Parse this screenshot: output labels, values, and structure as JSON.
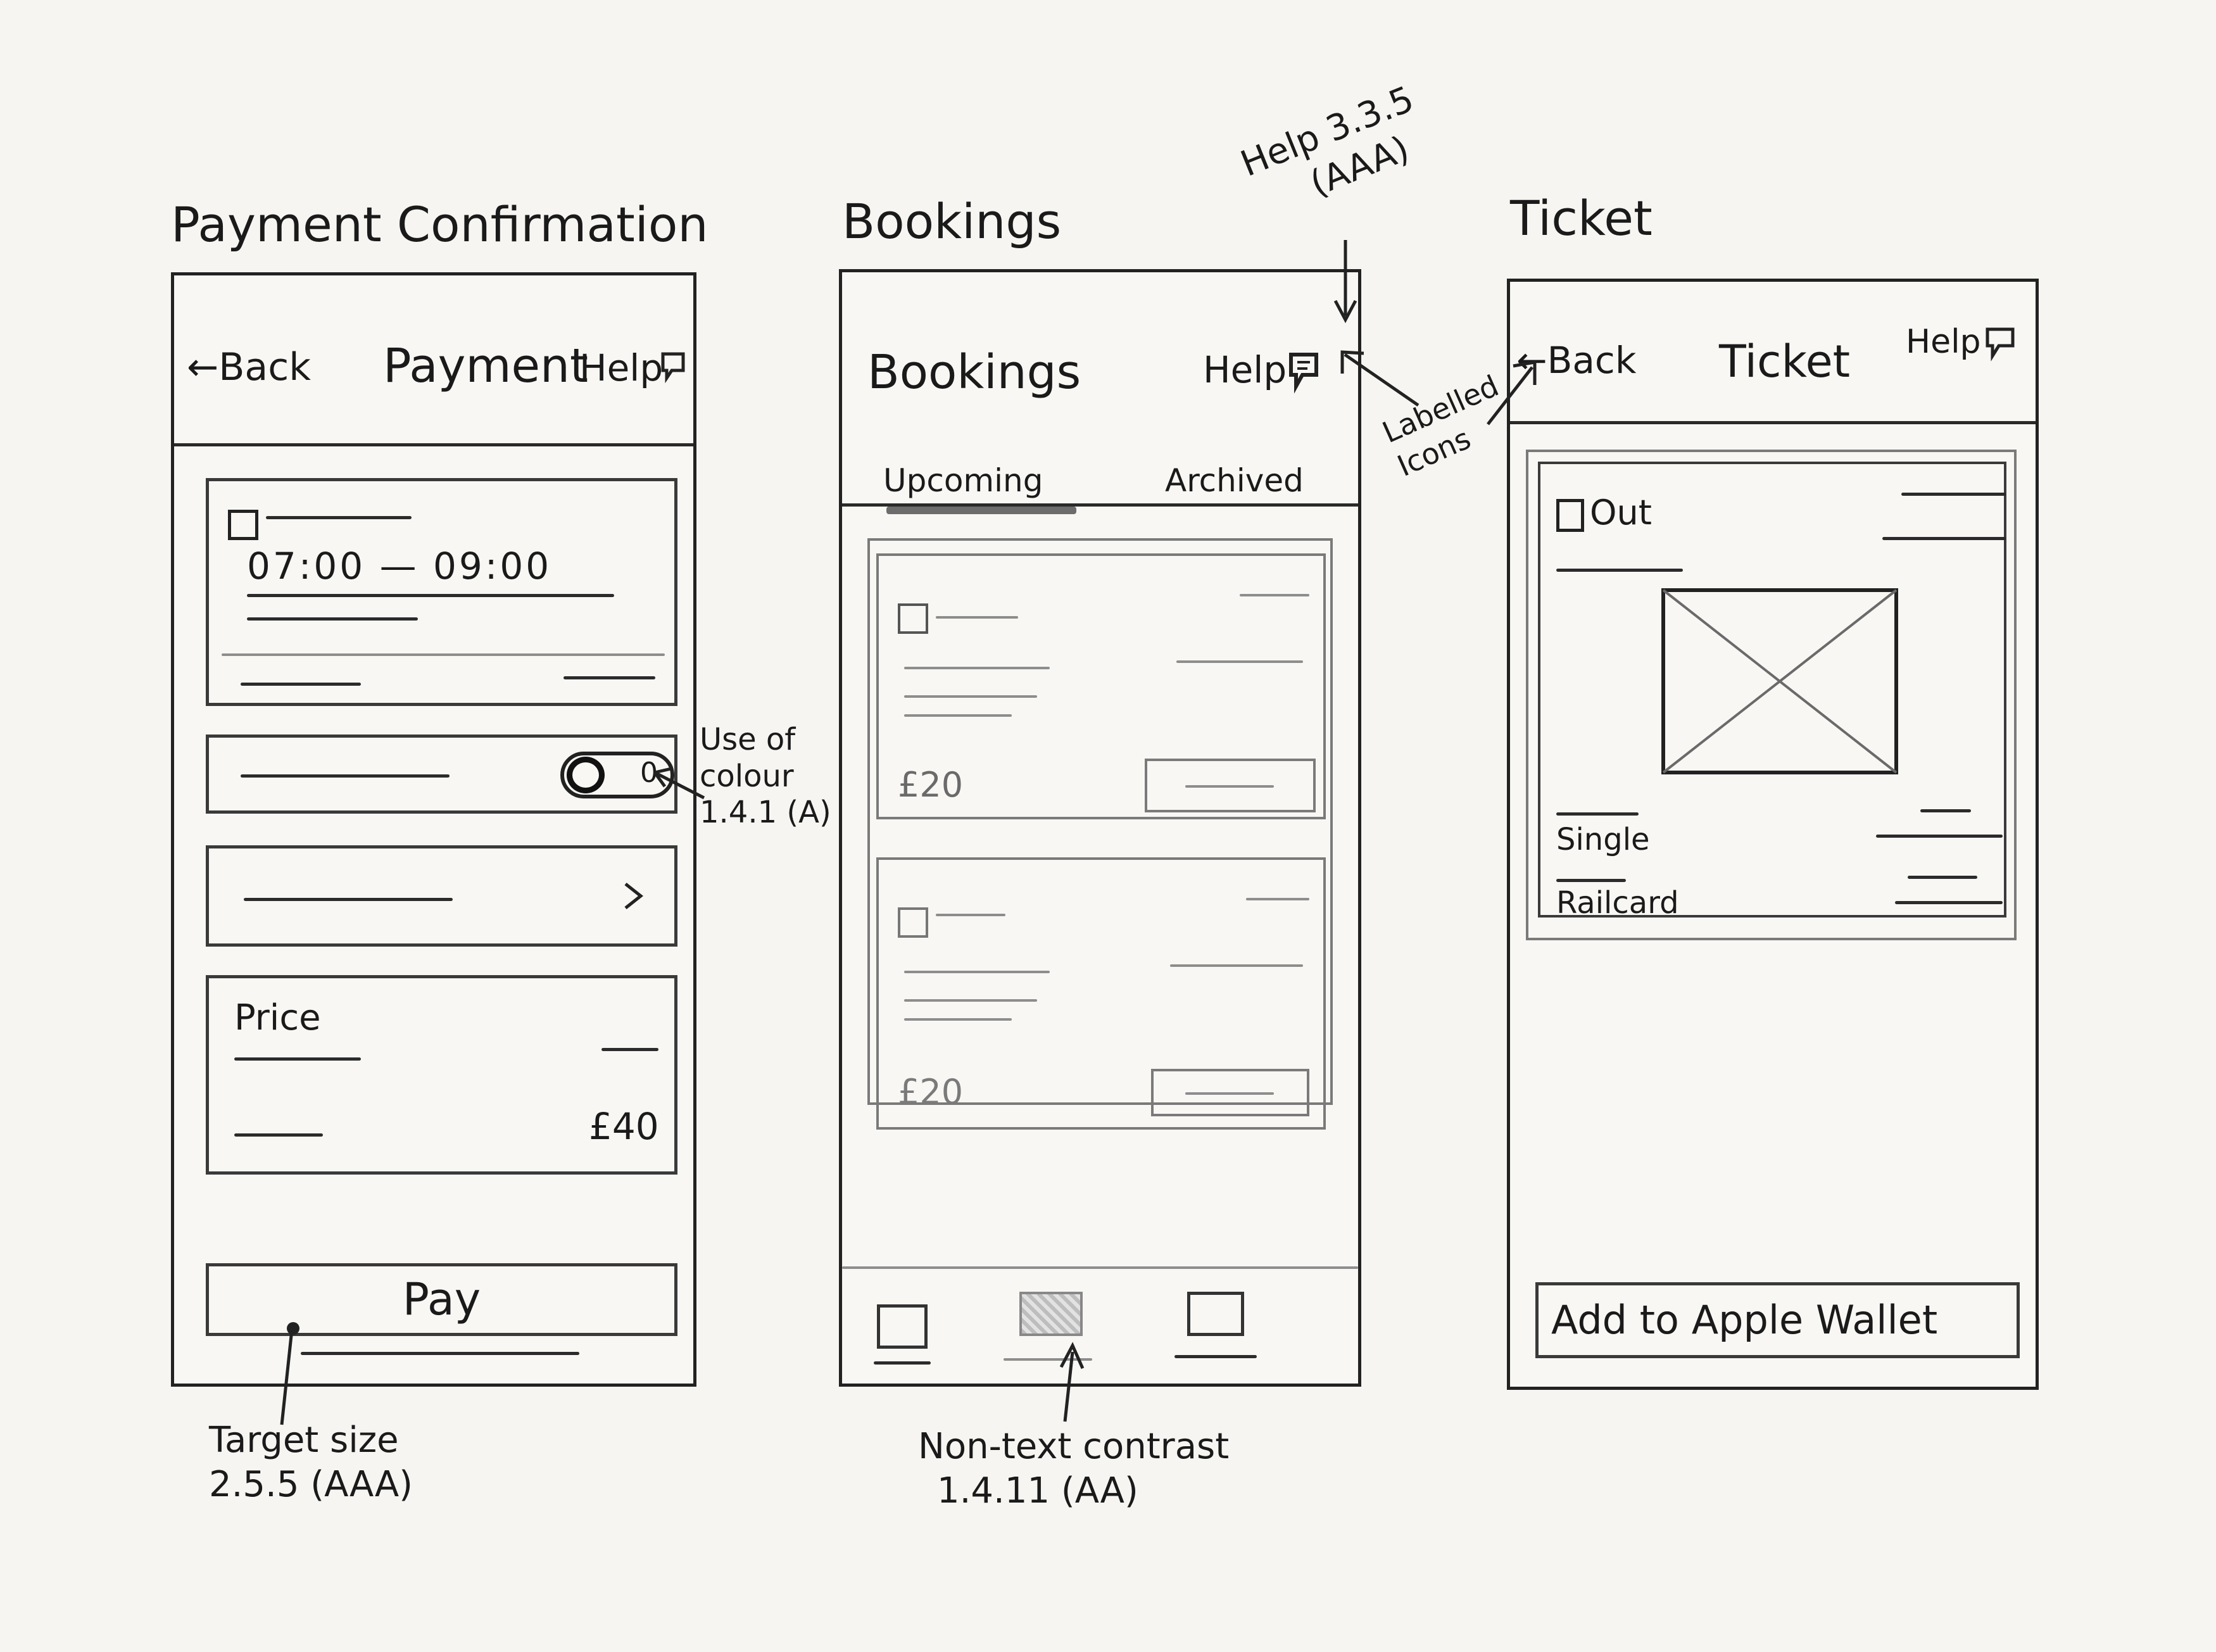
{
  "screens": {
    "payment": {
      "title": "Payment Confirmation",
      "back_label": "←Back",
      "header_title": "Payment",
      "help_label": "Help",
      "journey_time": "07:00 — 09:00",
      "price_label": "Price",
      "price_total": "£40",
      "pay_label": "Pay",
      "toggle_state": "off"
    },
    "bookings": {
      "title": "Bookings",
      "header_title": "Bookings",
      "help_label": "Help",
      "tabs": [
        {
          "label": "Upcoming",
          "selected": true
        },
        {
          "label": "Archived",
          "selected": false
        }
      ],
      "cards": [
        {
          "price": "£20"
        },
        {
          "price": "£20"
        }
      ],
      "bottom_nav_count": 3,
      "bottom_nav_selected": 1
    },
    "ticket": {
      "title": "Ticket",
      "back_label": "←Back",
      "header_title": "Ticket",
      "help_label": "Help",
      "direction_label": "Out",
      "ticket_type": "Single",
      "railcard_label": "Railcard",
      "wallet_label": "Add to Apple Wallet"
    }
  },
  "annotations": {
    "help": [
      "Help 3.3.5",
      "(AAA)"
    ],
    "labelled_icons": [
      "Labelled",
      "Icons"
    ],
    "use_of_colour": [
      "Use of",
      "colour",
      "1.4.1 (A)"
    ],
    "target_size": [
      "Target size",
      "2.5.5 (AAA)"
    ],
    "non_text_contrast": [
      "Non-text contrast",
      "1.4.11 (AA)"
    ]
  },
  "colors": {
    "ink": "#1e1e1e",
    "pencil": "#8d8d8d",
    "paper": "#f6f5f2"
  }
}
